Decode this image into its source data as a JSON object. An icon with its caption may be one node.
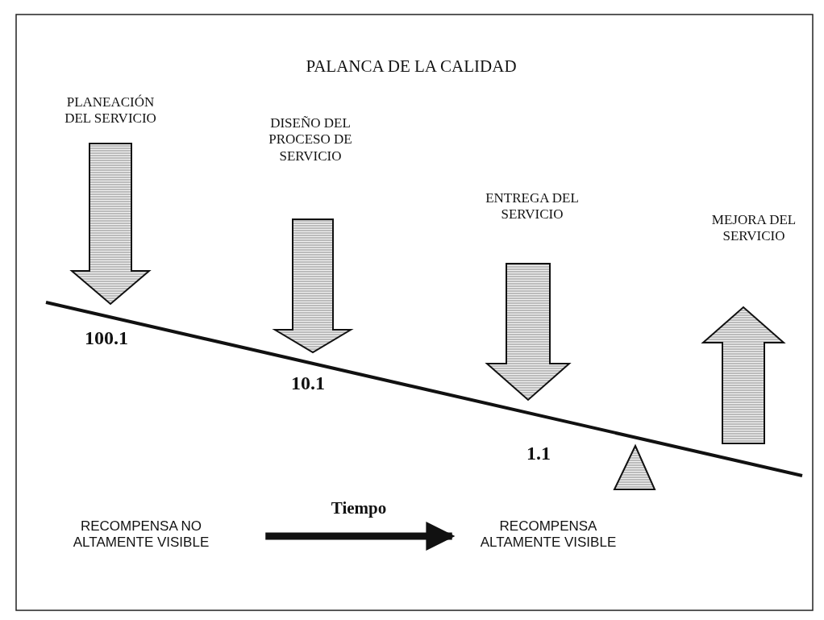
{
  "diagram": {
    "title": "PALANCA DE LA CALIDAD",
    "nodes": [
      {
        "text": [
          "RECOMPENSA  NO ALTAMENTE VISIBLE"
        ]
      },
      {
        "text": [
          "RECOMPENSA ALTAMENTE VISIBLE"
        ]
      }
    ],
    "edges": [
      {
        "from": 0,
        "to": 1,
        "arrow": "to",
        "label": "Tiempo"
      }
    ],
    "labels": [
      "PLANEACIÓN DEL SERVICIO",
      "DISEÑO DEL PROCESO DE SERVICIO",
      "ENTREGA DEL SERVICIO",
      "MEJORA DEL SERVICIO",
      "100.1",
      "10.1",
      "1.1"
    ]
  }
}
